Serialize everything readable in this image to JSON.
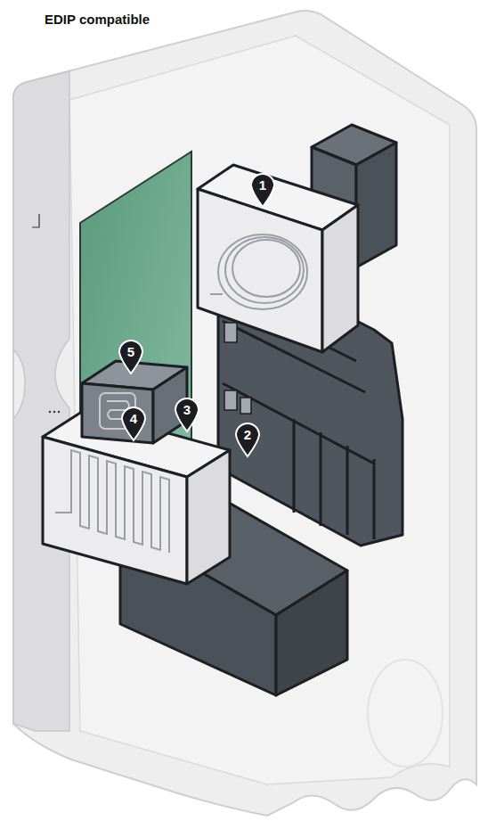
{
  "diagram": {
    "labels": [
      "EDIP compatible",
      "1",
      "2",
      "3",
      "4",
      "5"
    ]
  }
}
